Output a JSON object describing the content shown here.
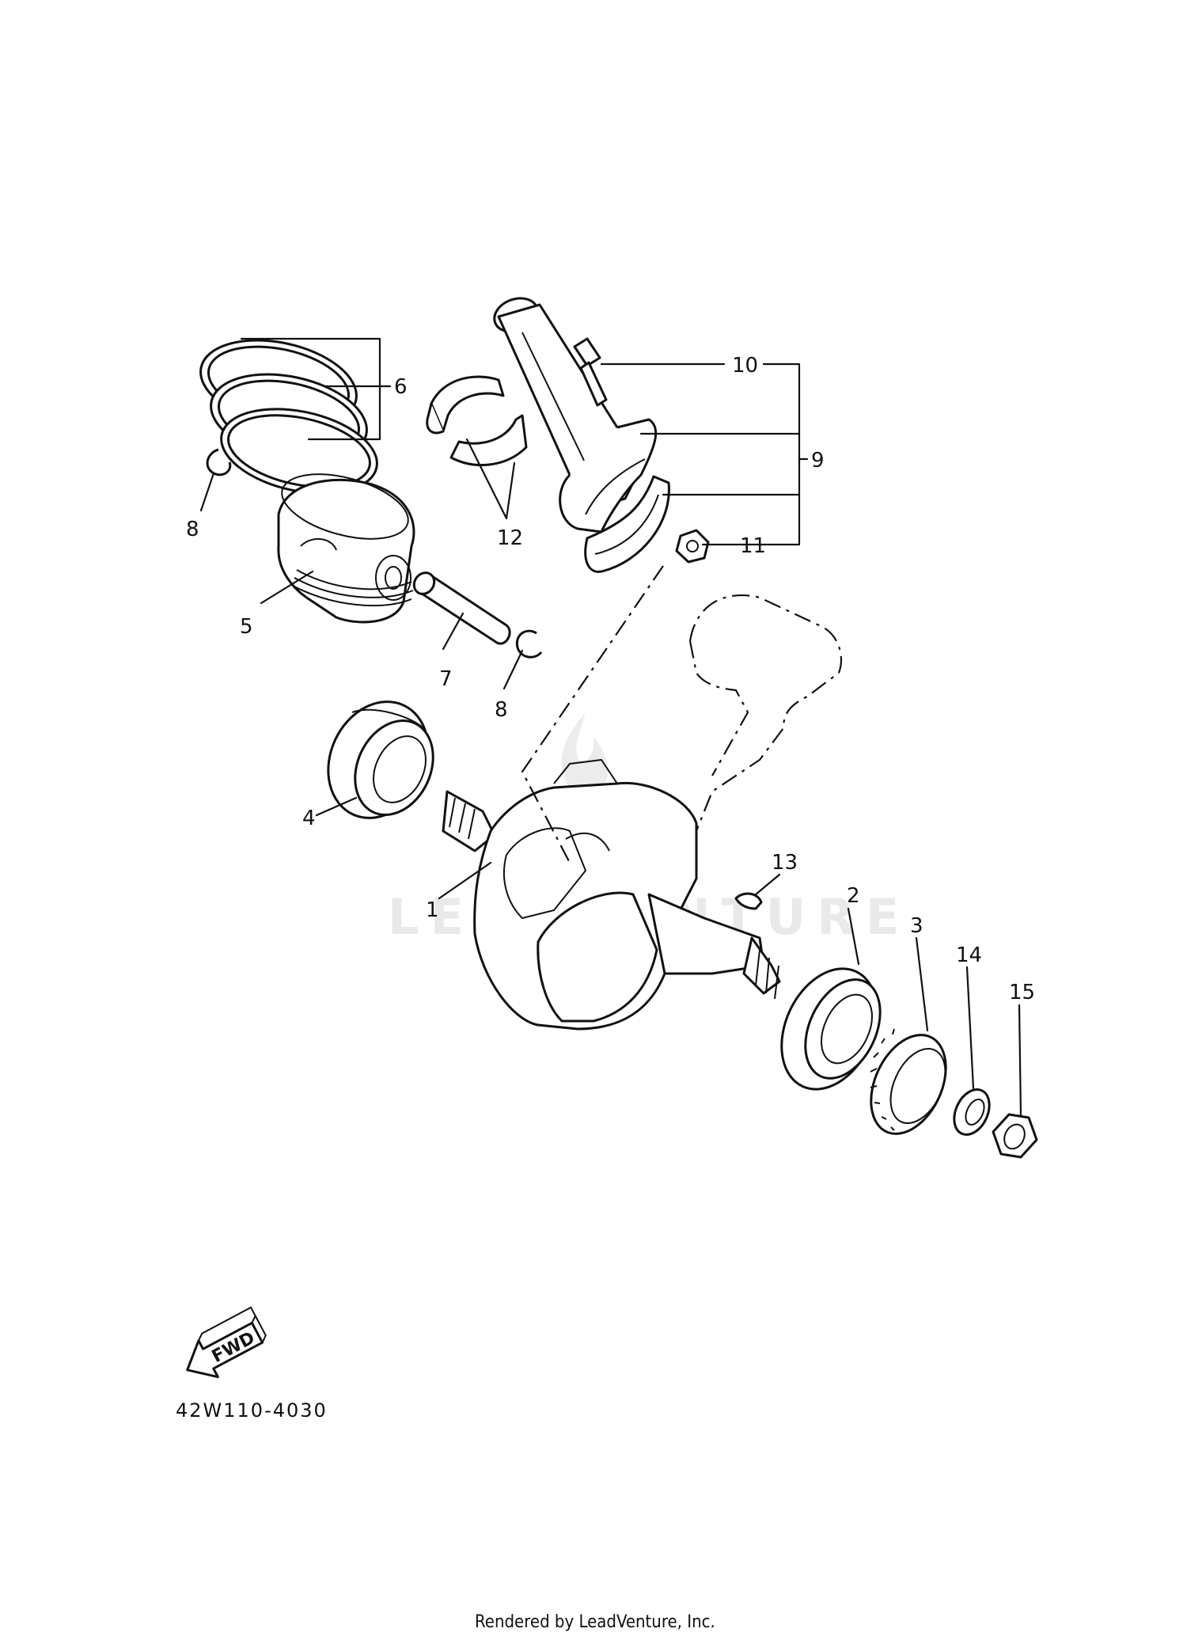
{
  "diagram": {
    "callouts": [
      {
        "id": "1",
        "label": "1"
      },
      {
        "id": "2",
        "label": "2"
      },
      {
        "id": "3",
        "label": "3"
      },
      {
        "id": "4",
        "label": "4"
      },
      {
        "id": "5",
        "label": "5"
      },
      {
        "id": "6",
        "label": "6"
      },
      {
        "id": "7",
        "label": "7"
      },
      {
        "id": "8a",
        "label": "8"
      },
      {
        "id": "8b",
        "label": "8"
      },
      {
        "id": "9",
        "label": "9"
      },
      {
        "id": "10",
        "label": "10"
      },
      {
        "id": "11",
        "label": "11"
      },
      {
        "id": "12",
        "label": "12"
      },
      {
        "id": "13",
        "label": "13"
      },
      {
        "id": "14",
        "label": "14"
      },
      {
        "id": "15",
        "label": "15"
      }
    ],
    "fwd_label": "FWD",
    "diagram_code": "42W110-4030",
    "watermark": "LEADVENTURE",
    "footer": "Rendered by LeadVenture, Inc."
  }
}
